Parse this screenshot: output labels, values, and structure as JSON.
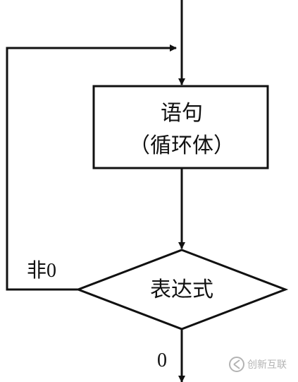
{
  "diagram": {
    "statement_box": {
      "line1": "语句",
      "line2": "（循环体）"
    },
    "decision": {
      "label": "表达式"
    },
    "edges": {
      "loop_back_label": "非0",
      "exit_label": "0"
    }
  },
  "watermark": {
    "text": "创新互联"
  },
  "colors": {
    "stroke": "#111111",
    "background": "#ffffff",
    "watermark": "#9a9a9a"
  }
}
